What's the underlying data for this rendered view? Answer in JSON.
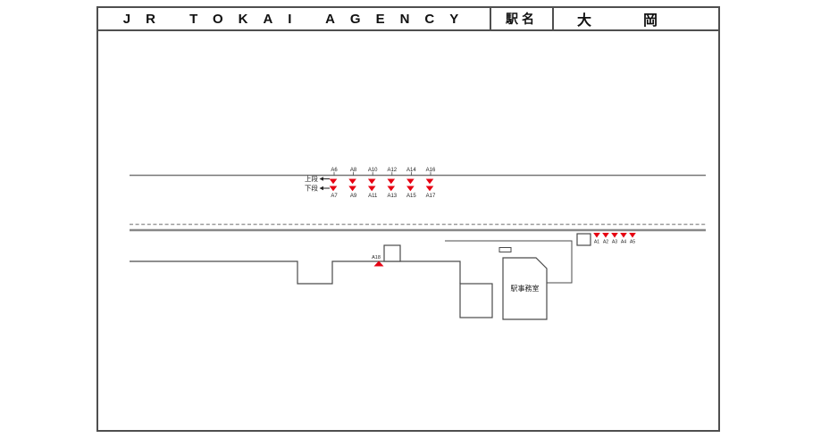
{
  "header": {
    "company": "JR TOKAI AGENCY",
    "station_label": "駅名",
    "station_name": "大岡",
    "station_name_chars": [
      "大",
      "岡"
    ]
  },
  "upper_platform": {
    "row_label_upper": "上段",
    "row_label_lower": "下段",
    "upper_row_labels": [
      "A6",
      "A8",
      "A10",
      "A12",
      "A14",
      "A16"
    ],
    "lower_row_labels": [
      "A7",
      "A9",
      "A11",
      "A13",
      "A15",
      "A17"
    ]
  },
  "trackside": {
    "labels": [
      "A1",
      "A2",
      "A3",
      "A4",
      "A5"
    ]
  },
  "lower_platform": {
    "marker_label": "A18",
    "office_label": "駅事務室"
  },
  "colors": {
    "marker_red": "#e60012",
    "line_gray": "#888888",
    "dash_gray": "#9a9a9a",
    "outline_dark": "#4a4a4a"
  }
}
